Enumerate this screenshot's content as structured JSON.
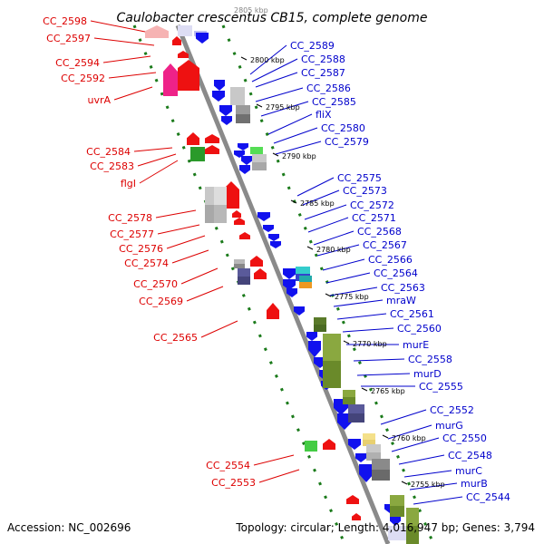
{
  "title": "Caulobacter crescentus CB15, complete genome",
  "footer": {
    "accession": "Accession: NC_002696",
    "summary": "Topology: circular; Length: 4,016,947 bp; Genes: 3,794"
  },
  "colors": {
    "reverse_label": "#dd0000",
    "forward_label": "#0000cc",
    "backbone": "#8a8a8a",
    "tick": "#1a7a1a"
  },
  "kbp_ticks": [
    "2800 kbp",
    "2795 kbp",
    "2790 kbp",
    "2785 kbp",
    "2780 kbp",
    "2775 kbp",
    "2770 kbp",
    "2765 kbp",
    "2760 kbp",
    "2755 kbp"
  ],
  "left_labels": [
    "CC_2598",
    "CC_2597",
    "CC_2594",
    "CC_2592",
    "uvrA",
    "CC_2584",
    "CC_2583",
    "flgI",
    "CC_2578",
    "CC_2577",
    "CC_2576",
    "CC_2574",
    "CC_2570",
    "CC_2569",
    "CC_2565",
    "CC_2554",
    "CC_2553"
  ],
  "right_labels": [
    "CC_2589",
    "CC_2588",
    "CC_2587",
    "CC_2586",
    "CC_2585",
    "fliX",
    "CC_2580",
    "CC_2579",
    "CC_2575",
    "CC_2573",
    "CC_2572",
    "CC_2571",
    "CC_2568",
    "CC_2567",
    "CC_2566",
    "CC_2564",
    "CC_2563",
    "mraW",
    "CC_2561",
    "CC_2560",
    "murE",
    "CC_2558",
    "murD",
    "CC_2555",
    "CC_2552",
    "murG",
    "CC_2550",
    "CC_2548",
    "murC",
    "murB",
    "CC_2544"
  ]
}
